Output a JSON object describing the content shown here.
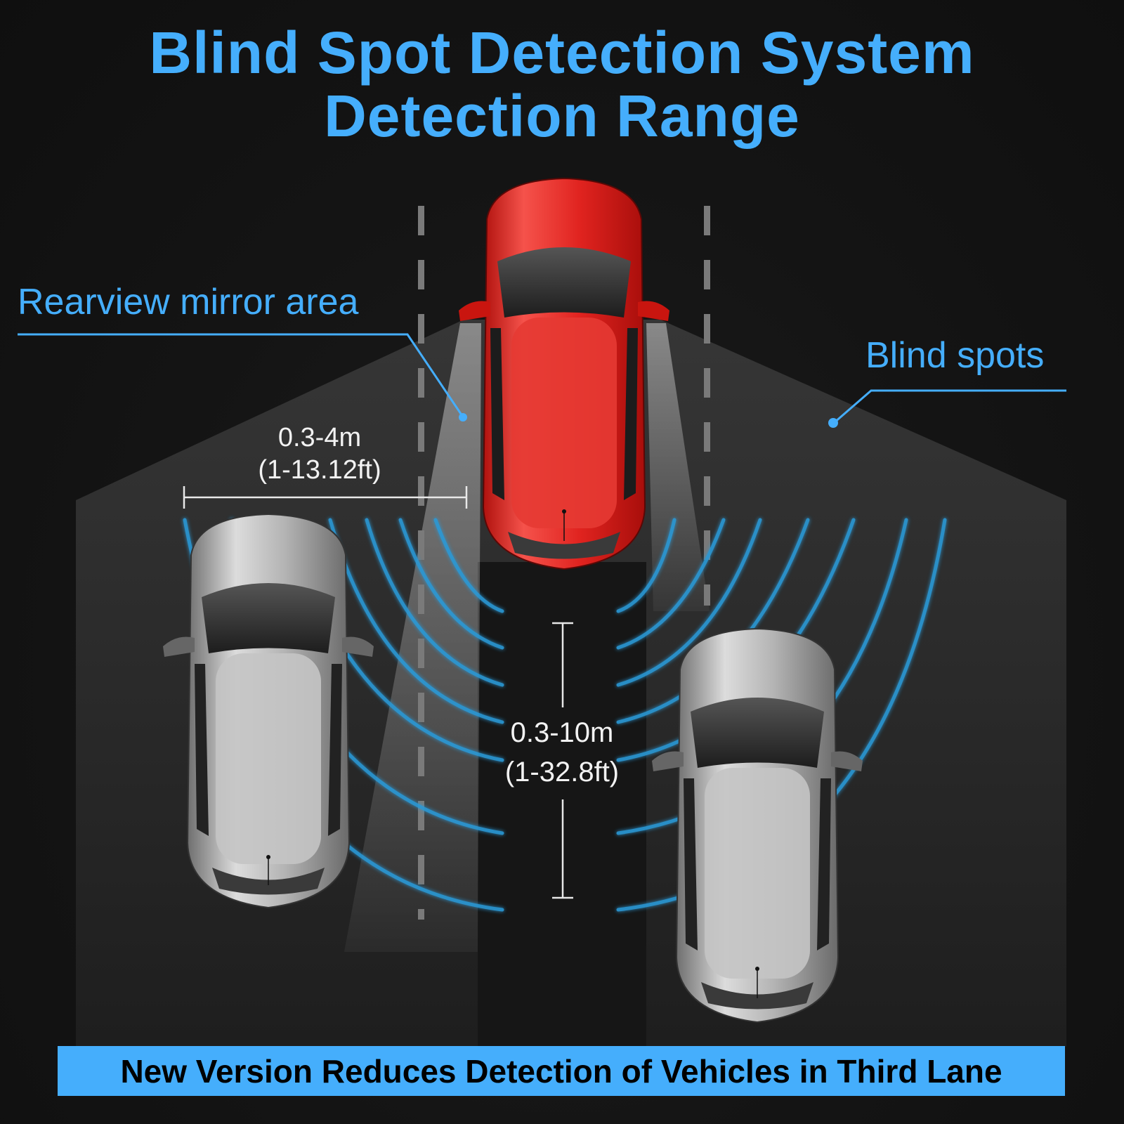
{
  "title": {
    "line1": "Blind Spot Detection System",
    "line2": "Detection Range"
  },
  "callouts": {
    "rearview": "Rearview mirror area",
    "blind_spots": "Blind spots"
  },
  "measurements": {
    "lateral": {
      "metric": "0.3-4m",
      "imperial": "(1-13.12ft)"
    },
    "rear": {
      "metric": "0.3-10m",
      "imperial": "(1-32.8ft)"
    }
  },
  "banner": {
    "text": "New Version Reduces Detection of Vehicles in Third Lane"
  },
  "vehicles": [
    {
      "role": "host-vehicle",
      "color": "red"
    },
    {
      "role": "left-lane-vehicle",
      "color": "silver"
    },
    {
      "role": "right-lane-vehicle",
      "color": "silver"
    }
  ],
  "colors": {
    "accent": "#45aefc",
    "background": "#121212",
    "detection_zone": "#2e2e2e",
    "host_car": "#e0231f",
    "other_car": "#b5b5b5",
    "radar_wave": "#2a9ad8"
  }
}
